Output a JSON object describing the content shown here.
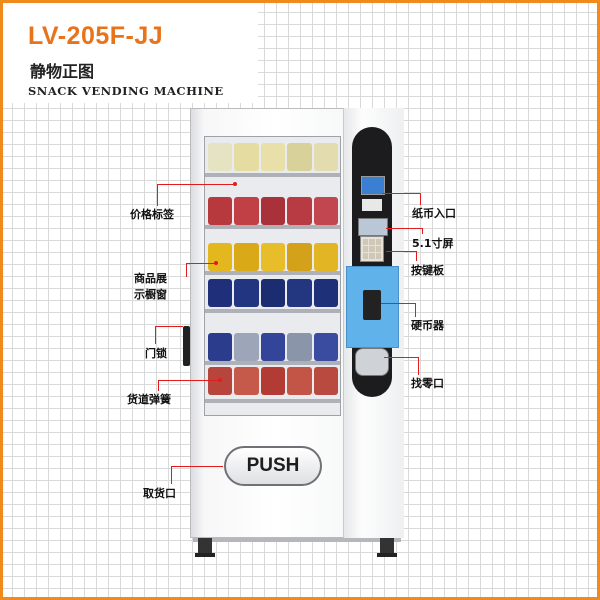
{
  "header": {
    "model": "LV-205F-JJ",
    "cn_title": "静物正图",
    "en_title": "SNACK VENDING MACHINE"
  },
  "machine": {
    "push_label": "PUSH"
  },
  "callouts": {
    "left": {
      "price_tag": "价格标签",
      "display_window_1": "商品展",
      "display_window_2": "示橱窗",
      "door_lock": "门锁",
      "spiral": "货道弹簧",
      "pickup": "取货口"
    },
    "right": {
      "bill_entry": "纸币入口",
      "screen": "5.1寸屏",
      "keypad": "按键板",
      "coin_mech": "硬币器",
      "change_port": "找零口"
    }
  },
  "colors": {
    "accent": "#f08a1c",
    "model_text": "#e8731b",
    "callout_line": "#e21c1c"
  }
}
